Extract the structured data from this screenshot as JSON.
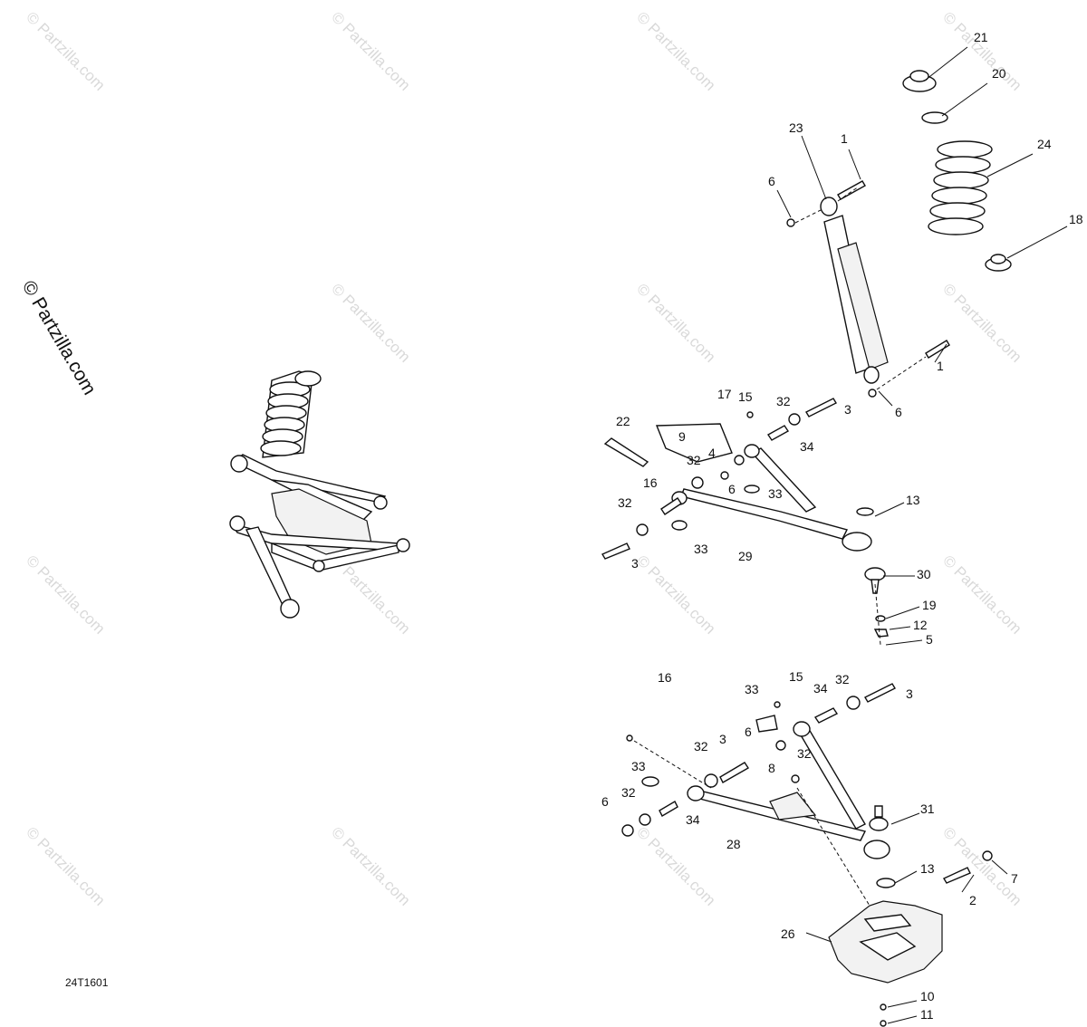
{
  "watermark": "© Partzilla.com",
  "copyright_side": "© Partzilla.com",
  "diagram_code": "24T1601",
  "callouts": [
    {
      "id": "c21",
      "text": "21"
    },
    {
      "id": "c20",
      "text": "20"
    },
    {
      "id": "c24",
      "text": "24"
    },
    {
      "id": "c18",
      "text": "18"
    },
    {
      "id": "c23",
      "text": "23"
    },
    {
      "id": "c1a",
      "text": "1"
    },
    {
      "id": "c6a",
      "text": "6"
    },
    {
      "id": "c1b",
      "text": "1"
    },
    {
      "id": "c6b",
      "text": "6"
    },
    {
      "id": "c17",
      "text": "17"
    },
    {
      "id": "c15a",
      "text": "15"
    },
    {
      "id": "c32a",
      "text": "32"
    },
    {
      "id": "c3a",
      "text": "3"
    },
    {
      "id": "c22",
      "text": "22"
    },
    {
      "id": "c9",
      "text": "9"
    },
    {
      "id": "c4",
      "text": "4"
    },
    {
      "id": "c34a",
      "text": "34"
    },
    {
      "id": "c32b",
      "text": "32"
    },
    {
      "id": "c6c",
      "text": "6"
    },
    {
      "id": "c33a",
      "text": "33"
    },
    {
      "id": "c16a",
      "text": "16"
    },
    {
      "id": "c32c",
      "text": "32"
    },
    {
      "id": "c13a",
      "text": "13"
    },
    {
      "id": "c33b",
      "text": "33"
    },
    {
      "id": "c29",
      "text": "29"
    },
    {
      "id": "c3b",
      "text": "3"
    },
    {
      "id": "c30",
      "text": "30"
    },
    {
      "id": "c19",
      "text": "19"
    },
    {
      "id": "c12",
      "text": "12"
    },
    {
      "id": "c5",
      "text": "5"
    },
    {
      "id": "c15b",
      "text": "15"
    },
    {
      "id": "c34b",
      "text": "34"
    },
    {
      "id": "c32d",
      "text": "32"
    },
    {
      "id": "c3c",
      "text": "3"
    },
    {
      "id": "c33c",
      "text": "33"
    },
    {
      "id": "c16b",
      "text": "16"
    },
    {
      "id": "c6d",
      "text": "6"
    },
    {
      "id": "c32e",
      "text": "32"
    },
    {
      "id": "c3d",
      "text": "3"
    },
    {
      "id": "c32f",
      "text": "32"
    },
    {
      "id": "c8",
      "text": "8"
    },
    {
      "id": "c33d",
      "text": "33"
    },
    {
      "id": "c32g",
      "text": "32"
    },
    {
      "id": "c6e",
      "text": "6"
    },
    {
      "id": "c34c",
      "text": "34"
    },
    {
      "id": "c31",
      "text": "31"
    },
    {
      "id": "c28",
      "text": "28"
    },
    {
      "id": "c13b",
      "text": "13"
    },
    {
      "id": "c7",
      "text": "7"
    },
    {
      "id": "c2",
      "text": "2"
    },
    {
      "id": "c26",
      "text": "26"
    },
    {
      "id": "c10",
      "text": "10"
    },
    {
      "id": "c11",
      "text": "11"
    }
  ]
}
